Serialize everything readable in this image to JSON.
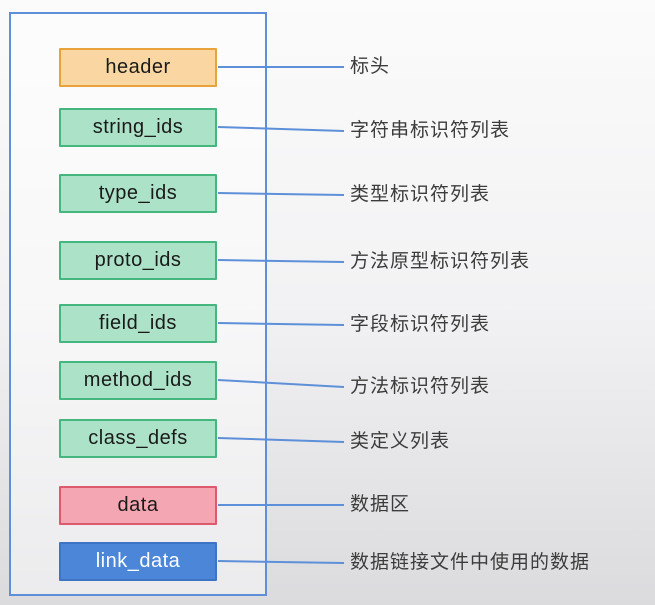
{
  "diagram": {
    "name": "dex-file-structure",
    "colors": {
      "accent_blue": "#5E8FD9",
      "label_text": "#3C3C3C"
    },
    "rows": [
      {
        "box_label": "header",
        "desc": "标头",
        "fill": "#FAD7A2",
        "border": "#E9A33C",
        "text_color": "#1A1A1A"
      },
      {
        "box_label": "string_ids",
        "desc": "字符串标识符列表",
        "fill": "#ACE3C8",
        "border": "#45B67D",
        "text_color": "#1A1A1A"
      },
      {
        "box_label": "type_ids",
        "desc": "类型标识符列表",
        "fill": "#ACE3C8",
        "border": "#45B67D",
        "text_color": "#1A1A1A"
      },
      {
        "box_label": "proto_ids",
        "desc": "方法原型标识符列表",
        "fill": "#ACE3C8",
        "border": "#45B67D",
        "text_color": "#1A1A1A"
      },
      {
        "box_label": "field_ids",
        "desc": "字段标识符列表",
        "fill": "#ACE3C8",
        "border": "#45B67D",
        "text_color": "#1A1A1A"
      },
      {
        "box_label": "method_ids",
        "desc": "方法标识符列表",
        "fill": "#ACE3C8",
        "border": "#45B67D",
        "text_color": "#1A1A1A"
      },
      {
        "box_label": "class_defs",
        "desc": "类定义列表",
        "fill": "#ACE3C8",
        "border": "#45B67D",
        "text_color": "#1A1A1A"
      },
      {
        "box_label": "data",
        "desc": "数据区",
        "fill": "#F4A6B2",
        "border": "#DD596E",
        "text_color": "#1A1A1A"
      },
      {
        "box_label": "link_data",
        "desc": "数据链接文件中使用的数据",
        "fill": "#4C86D8",
        "border": "#3D74C4",
        "text_color": "#FFFFFF"
      }
    ]
  }
}
